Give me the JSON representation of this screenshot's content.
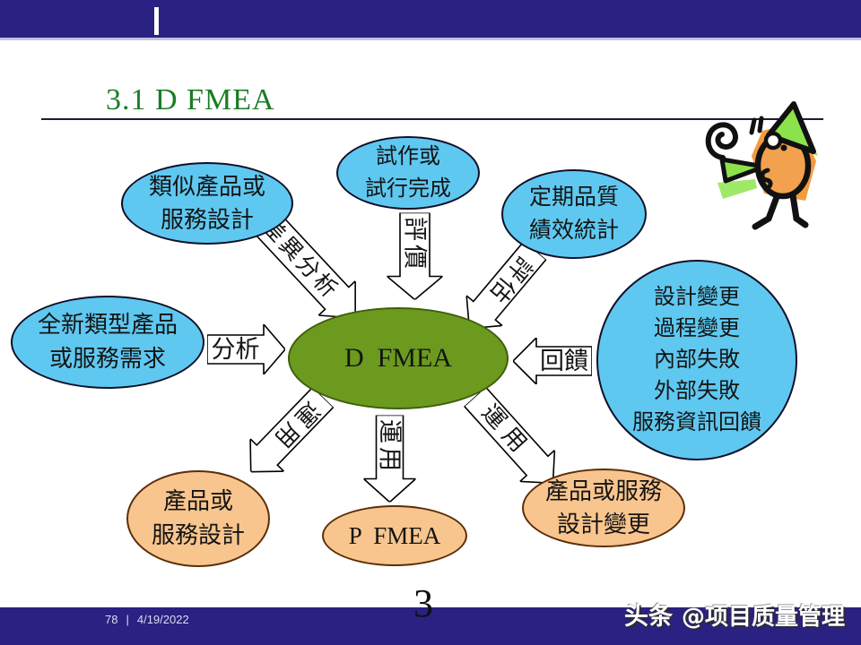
{
  "header": {
    "title": "3.1 D FMEA"
  },
  "diagram": {
    "center_node": {
      "label": "D  FMEA"
    },
    "nodes": [
      {
        "name": "similar-product-service-design",
        "lines": [
          "類似產品或",
          "服務設計"
        ]
      },
      {
        "name": "trial-run-completed",
        "lines": [
          "試作或",
          "試行完成"
        ]
      },
      {
        "name": "periodic-quality-stats",
        "lines": [
          "定期品質",
          "績效統計"
        ]
      },
      {
        "name": "new-product-service-needs",
        "lines": [
          "全新類型產品",
          "或服務需求"
        ]
      },
      {
        "name": "change-and-failure-feedback",
        "lines": [
          "設計變更",
          "過程變更",
          "內部失敗",
          "外部失敗",
          "服務資訊回饋"
        ]
      },
      {
        "name": "product-service-design",
        "lines": [
          "產品或",
          "服務設計"
        ]
      },
      {
        "name": "p-fmea",
        "lines": [
          "P  FMEA"
        ]
      },
      {
        "name": "product-service-design-change",
        "lines": [
          "產品或服務",
          "設計變更"
        ]
      }
    ],
    "arrows": {
      "diff_analysis": "差異分析",
      "evaluation": "評價",
      "assessment": "評估",
      "analysis": "分析",
      "feedback": "回饋",
      "apply_bottom_left": "運用",
      "apply_bottom_center": "運用",
      "apply_bottom_right": "運用"
    }
  },
  "footer": {
    "slide_number": "78",
    "separator": "|",
    "date": "4/19/2022",
    "page_number": "3",
    "watermark_brand": "头条",
    "watermark_handle": "@项目质量管理"
  },
  "colors": {
    "bar_navy": "#2a2182",
    "node_blue": "#5fc8f0",
    "node_green": "#6b9a1f",
    "node_orange": "#f8c58e",
    "title_green": "#1b7c24",
    "mascot_orange": "#f2a14e",
    "mascot_green": "#8ce24b"
  }
}
